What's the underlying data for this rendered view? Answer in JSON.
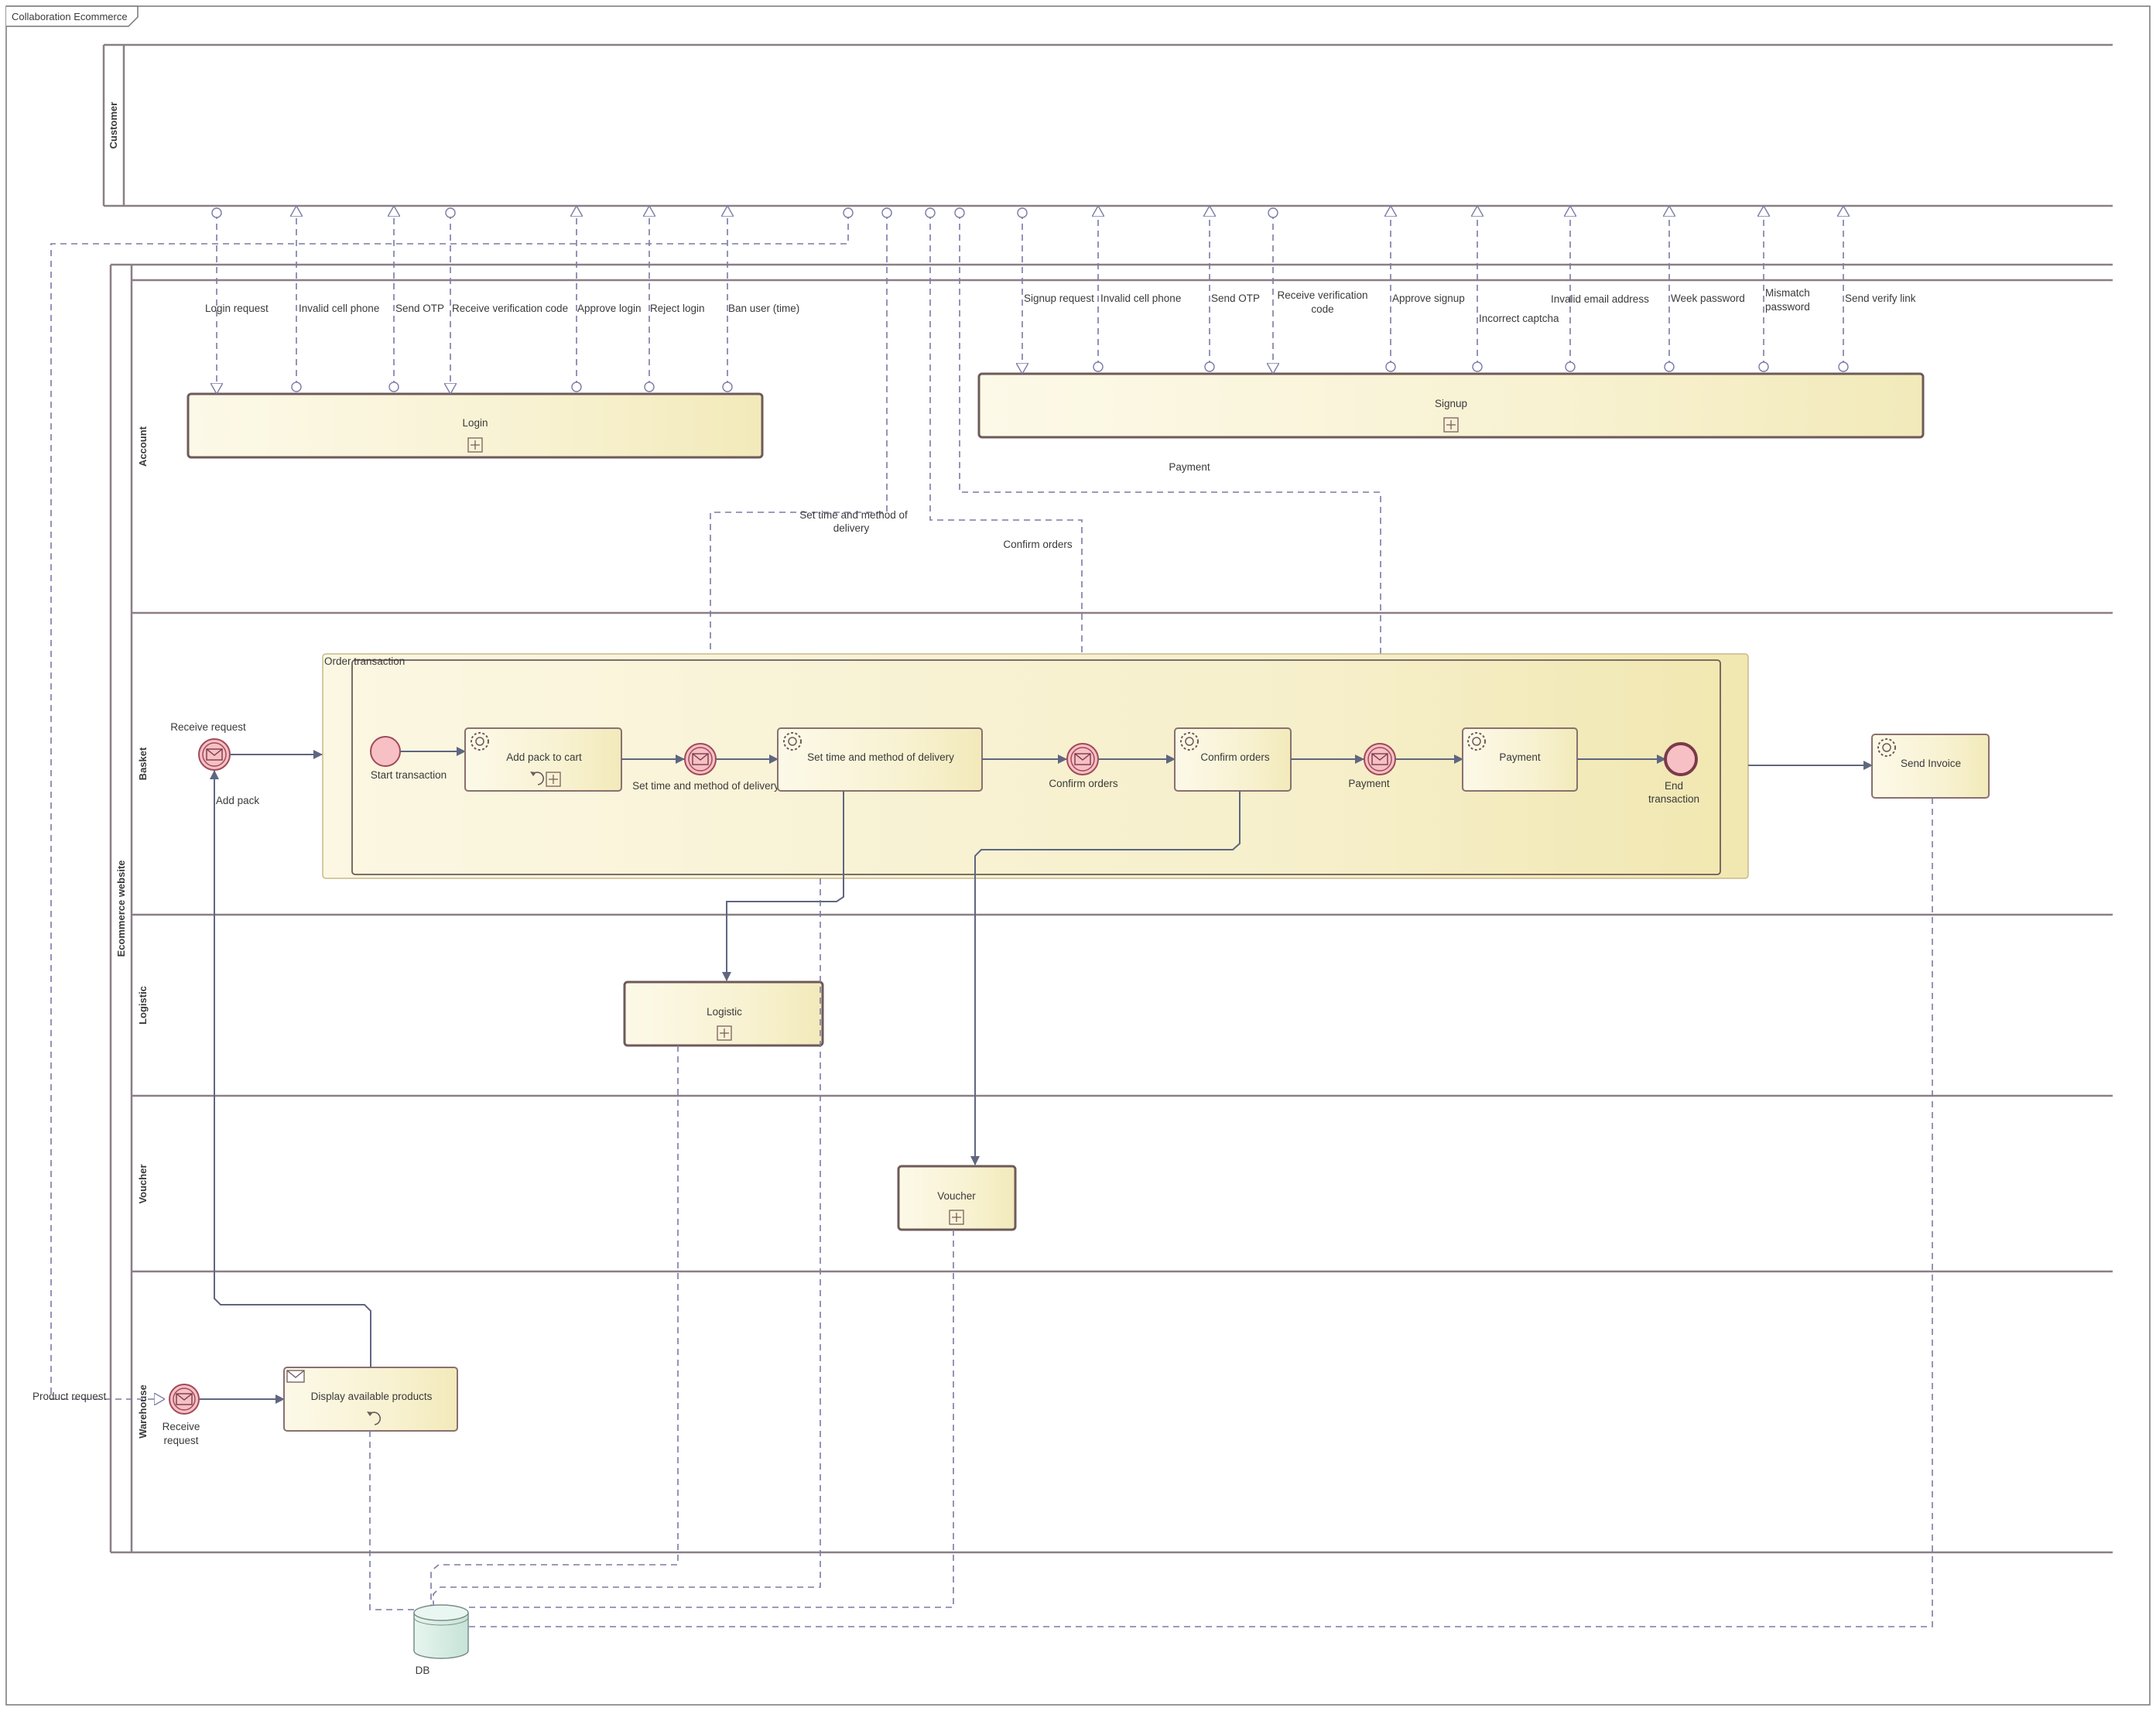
{
  "diagram": {
    "frame_title": "Collaboration Ecommerce",
    "pools": {
      "customer": "Customer",
      "ecommerce": "Ecommerce website"
    },
    "lanes": {
      "account": "Account",
      "basket": "Basket",
      "logistic": "Logistic",
      "voucher": "Voucher",
      "warehouse": "Warehouse"
    },
    "subprocesses": {
      "login": "Login",
      "signup": "Signup",
      "logistic": "Logistic",
      "voucher": "Voucher",
      "order_transaction": "Order transaction"
    },
    "tasks": {
      "add_pack": "Add pack to cart",
      "set_time": "Set time and method of delivery",
      "confirm_orders": "Confirm orders",
      "payment": "Payment",
      "send_invoice": "Send Invoice",
      "display_products": "Display available products"
    },
    "events": {
      "receive_request_basket": "Receive request",
      "start_transaction": "Start transaction",
      "ev_set_time": "Set time and method of delivery",
      "ev_confirm_orders": "Confirm orders",
      "ev_payment": "Payment",
      "end_transaction_1": "End",
      "end_transaction_2": "transaction",
      "receive_request_wh_1": "Receive",
      "receive_request_wh_2": "request"
    },
    "flow_labels": {
      "add_pack": "Add pack",
      "product_request": "Product request",
      "payment_top": "Payment",
      "set_time_1": "Set time and method of",
      "set_time_2": "delivery",
      "confirm_orders": "Confirm orders"
    },
    "login_messages": [
      "Login request",
      "Invalid cell phone",
      "Send OTP",
      "Receive verification code",
      "Approve login",
      "Reject login",
      "Ban user (time)"
    ],
    "signup_messages": {
      "signup_request": "Signup request",
      "invalid_cell_phone": "Invalid cell phone",
      "send_otp": "Send OTP",
      "receive_code_1": "Receive verification",
      "receive_code_2": "code",
      "approve_signup": "Approve signup",
      "incorrect_captcha": "Incorrect captcha",
      "invalid_email": "Invalid email address",
      "week_password": "Week password",
      "mismatch_1": "Mismatch",
      "mismatch_2": "password",
      "send_verify_link": "Send verify link"
    },
    "data_store": "DB",
    "colors": {
      "task_fill_light": "#fbf8e6",
      "task_fill_dark": "#f3ecbd",
      "event_fill": "#f7c0c4",
      "event_stroke": "#a04a5a",
      "db_fill": "#d8eee6",
      "message_flow": "#7a7aa6",
      "sequence_flow": "#5f6680",
      "lane_border": "#8a7f86"
    }
  }
}
